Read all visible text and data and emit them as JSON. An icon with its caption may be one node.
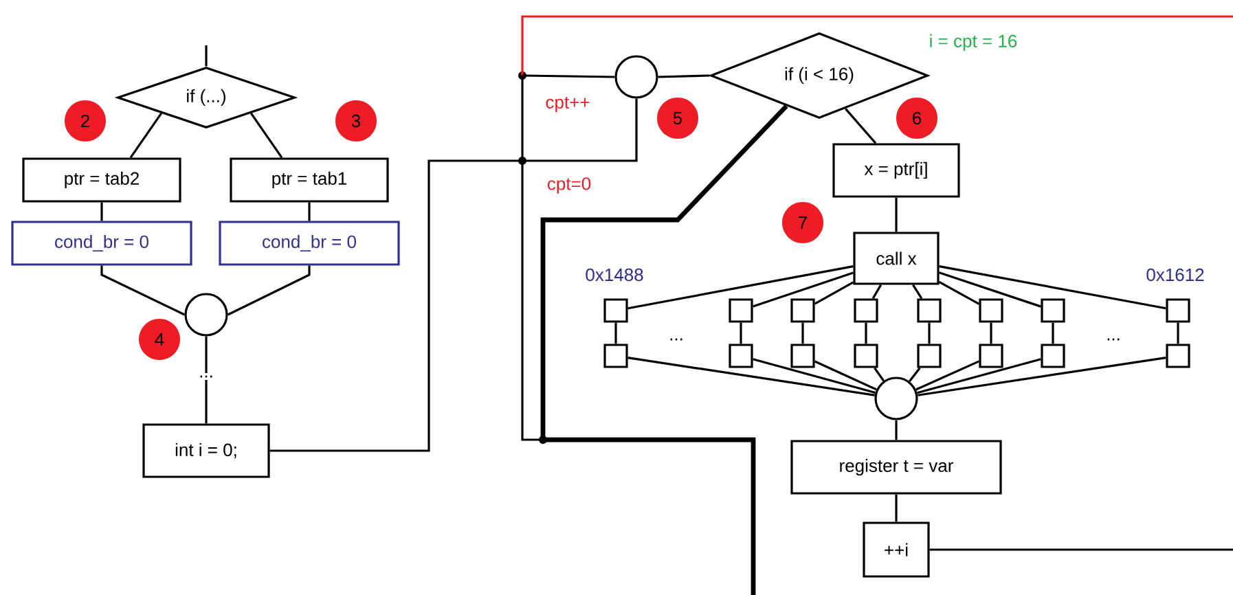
{
  "diagram": {
    "nodes": [
      {
        "text": [
          "if (...)"
        ]
      },
      {
        "text": [
          "ptr = tab2"
        ]
      },
      {
        "text": [
          "ptr = tab1"
        ]
      },
      {
        "text": [
          "cond_br = 0"
        ]
      },
      {
        "text": [
          "cond_br = 0"
        ]
      },
      {
        "text": [],
        "shape": "circle"
      },
      {
        "text": [
          "..."
        ]
      },
      {
        "text": [
          "int i = 0;"
        ]
      },
      {
        "text": [],
        "shape": "circle"
      },
      {
        "text": [
          "if (i < 16)"
        ]
      },
      {
        "text": [
          "x = ptr[i]"
        ]
      },
      {
        "text": [
          "call x"
        ]
      },
      {
        "text": [],
        "shape": "box"
      },
      {
        "text": [],
        "shape": "box"
      },
      {
        "text": [],
        "shape": "box"
      },
      {
        "text": [],
        "shape": "box"
      },
      {
        "text": [],
        "shape": "box"
      },
      {
        "text": [],
        "shape": "box"
      },
      {
        "text": [],
        "shape": "box"
      },
      {
        "text": [],
        "shape": "box"
      },
      {
        "text": [],
        "shape": "box"
      },
      {
        "text": [],
        "shape": "box"
      },
      {
        "text": [],
        "shape": "box"
      },
      {
        "text": [],
        "shape": "box"
      },
      {
        "text": [],
        "shape": "box"
      },
      {
        "text": [],
        "shape": "box"
      },
      {
        "text": [],
        "shape": "box"
      },
      {
        "text": [],
        "shape": "box"
      },
      {
        "text": [],
        "shape": "circle"
      },
      {
        "text": [
          "register t = var"
        ]
      },
      {
        "text": [
          "++i"
        ]
      }
    ],
    "edges": [
      {
        "from": null,
        "to": 0,
        "arrow": "none"
      },
      {
        "from": 0,
        "to": 1,
        "arrow": "none"
      },
      {
        "from": 0,
        "to": 2,
        "arrow": "none"
      },
      {
        "from": 1,
        "to": 3,
        "arrow": "none"
      },
      {
        "from": 2,
        "to": 4,
        "arrow": "none"
      },
      {
        "from": 3,
        "to": 5,
        "arrow": "none"
      },
      {
        "from": 4,
        "to": 5,
        "arrow": "none"
      },
      {
        "from": 5,
        "to": 6,
        "arrow": "none"
      },
      {
        "from": 6,
        "to": 7,
        "arrow": "none"
      },
      {
        "from": 7,
        "to": 8,
        "arrow": "none"
      },
      {
        "from": 8,
        "to": 9,
        "arrow": "none"
      },
      {
        "from": 9,
        "to": 10,
        "arrow": "none"
      },
      {
        "from": 10,
        "to": 11,
        "arrow": "none"
      },
      {
        "from": 11,
        "to": 12,
        "arrow": "none"
      },
      {
        "from": 11,
        "to": 13,
        "arrow": "none"
      },
      {
        "from": 11,
        "to": 14,
        "arrow": "none"
      },
      {
        "from": 11,
        "to": 15,
        "arrow": "none"
      },
      {
        "from": 11,
        "to": 16,
        "arrow": "none"
      },
      {
        "from": 11,
        "to": 17,
        "arrow": "none"
      },
      {
        "from": 11,
        "to": 18,
        "arrow": "none"
      },
      {
        "from": 11,
        "to": 19,
        "arrow": "none"
      },
      {
        "from": 12,
        "to": 20,
        "arrow": "none"
      },
      {
        "from": 13,
        "to": 21,
        "arrow": "none"
      },
      {
        "from": 14,
        "to": 22,
        "arrow": "none"
      },
      {
        "from": 15,
        "to": 23,
        "arrow": "none"
      },
      {
        "from": 16,
        "to": 24,
        "arrow": "none"
      },
      {
        "from": 17,
        "to": 25,
        "arrow": "none"
      },
      {
        "from": 18,
        "to": 26,
        "arrow": "none"
      },
      {
        "from": 19,
        "to": 27,
        "arrow": "none"
      },
      {
        "from": 20,
        "to": 28,
        "arrow": "none"
      },
      {
        "from": 21,
        "to": 28,
        "arrow": "none"
      },
      {
        "from": 22,
        "to": 28,
        "arrow": "none"
      },
      {
        "from": 23,
        "to": 28,
        "arrow": "none"
      },
      {
        "from": 24,
        "to": 28,
        "arrow": "none"
      },
      {
        "from": 25,
        "to": 28,
        "arrow": "none"
      },
      {
        "from": 26,
        "to": 28,
        "arrow": "none"
      },
      {
        "from": 27,
        "to": 28,
        "arrow": "none"
      },
      {
        "from": 28,
        "to": 29,
        "arrow": "none"
      },
      {
        "from": 29,
        "to": 30,
        "arrow": "none"
      },
      {
        "from": 30,
        "to": null,
        "arrow": "none"
      },
      {
        "from": 9,
        "to": null,
        "arrow": "none",
        "style": "thick"
      },
      {
        "from": null,
        "to": 8,
        "arrow": "none",
        "color": "#ee1c25"
      }
    ],
    "labels": [
      "i = cpt = 16",
      "2",
      "3",
      "cpt++",
      "5",
      "6",
      "cpt=0",
      "7",
      "0x1488",
      "0x1612",
      "4",
      "...",
      "..."
    ]
  }
}
